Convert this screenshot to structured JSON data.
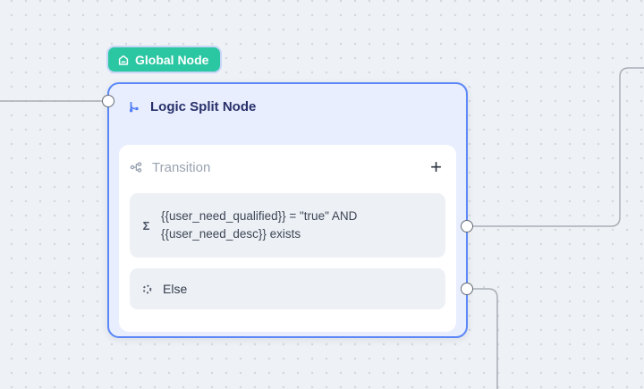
{
  "canvas": {
    "background_color": "#eef1f5",
    "dot_color": "#d4d8de",
    "edge_color": "#a9aeb6"
  },
  "global_badge": {
    "label": "Global Node",
    "background_color": "#2bc7a2",
    "icon": "home-icon"
  },
  "node": {
    "title": "Logic Split Node",
    "icon": "split-branch-icon",
    "border_color": "#5b87f7",
    "background_color": "#e9eefe",
    "title_color": "#27306a",
    "transition": {
      "label": "Transition",
      "icon": "transition-icon",
      "add_button": "+",
      "rows": [
        {
          "icon": "sigma-icon",
          "text": "{{user_need_qualified}} = \"true\" AND\n{{user_need_desc}} exists"
        },
        {
          "icon": "else-icon",
          "text": "Else"
        }
      ]
    }
  }
}
